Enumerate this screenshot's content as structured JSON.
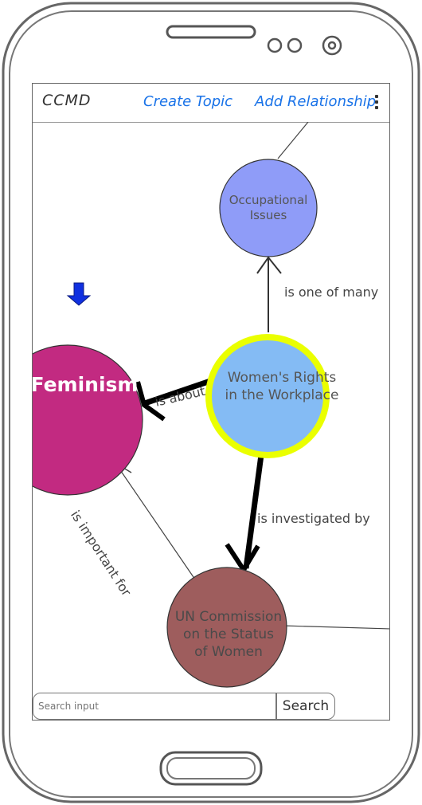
{
  "header": {
    "app_title": "CCMD",
    "create_topic": "Create Topic",
    "add_relationship": "Add Relationship"
  },
  "nodes": {
    "feminism": "Feminism",
    "occupational_issues": [
      "Occupational",
      "Issues"
    ],
    "womens_rights": [
      "Women's Rights",
      "in the Workplace"
    ],
    "un_commission": [
      "UN Commission",
      "on the Status",
      "of Women"
    ]
  },
  "edges": {
    "is_one_of_many": "is one of many",
    "is_about": "is about",
    "is_investigated_by": "is investigated by",
    "is_important_for": "is important for"
  },
  "colors": {
    "feminism": "#c22a81",
    "occupational_issues": "#8f9cf8",
    "womens_rights": "#84bbf4",
    "womens_rights_ring": "#eaff00",
    "un_commission": "#9e5d5d",
    "indicator": "#1030e0",
    "accent": "#1a73e8"
  },
  "search": {
    "placeholder": "Search input",
    "button_label": "Search"
  }
}
